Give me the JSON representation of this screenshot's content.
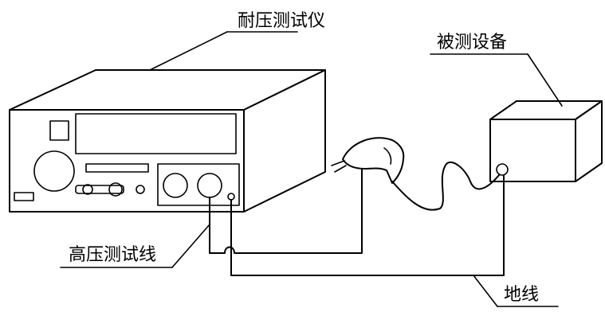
{
  "labels": {
    "tester": "耐压测试仪",
    "device": "被测设备",
    "hv_lead": "高压测试线",
    "ground": "地线"
  }
}
